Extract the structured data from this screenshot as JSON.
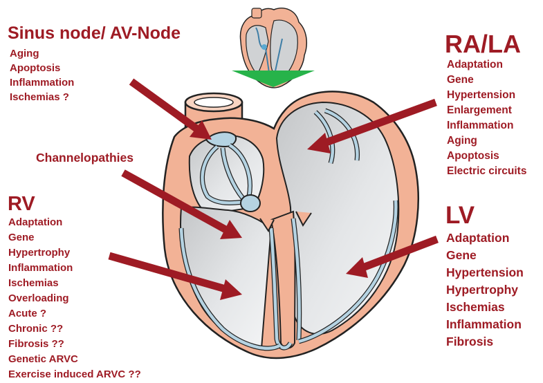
{
  "sections": {
    "sinus_node": {
      "title": "Sinus node/ AV-Node",
      "items": [
        "Aging",
        "Apoptosis",
        "Inflammation",
        "Ischemias ?"
      ]
    },
    "ra_la": {
      "title": "RA/LA",
      "items": [
        "Adaptation",
        "Gene",
        "Hypertension",
        "Enlargement",
        "Inflammation",
        "Aging",
        "Apoptosis",
        "Electric circuits"
      ]
    },
    "channelopathies": {
      "title": "Channelopathies"
    },
    "rv": {
      "title": "RV",
      "items": [
        "Adaptation",
        "Gene",
        "Hypertrophy",
        "Inflammation",
        "Ischemias",
        "Overloading",
        "Acute ?",
        "Chronic ??",
        "Fibrosis ??",
        "Genetic ARVC",
        "Exercise induced ARVC ??"
      ]
    },
    "lv": {
      "title": "LV",
      "items": [
        "Adaptation",
        "Gene",
        "Hypertension",
        "Hypertrophy",
        "Ischemias",
        "Inflammation",
        "Fibrosis"
      ]
    }
  },
  "colors": {
    "text": "#9e1b24",
    "arrow": "#9e1b24",
    "myocardium": "#f2b296",
    "chamber": "#d9dbdd",
    "vessel": "#b5d3e2",
    "green_arrow": "#27b34a"
  }
}
